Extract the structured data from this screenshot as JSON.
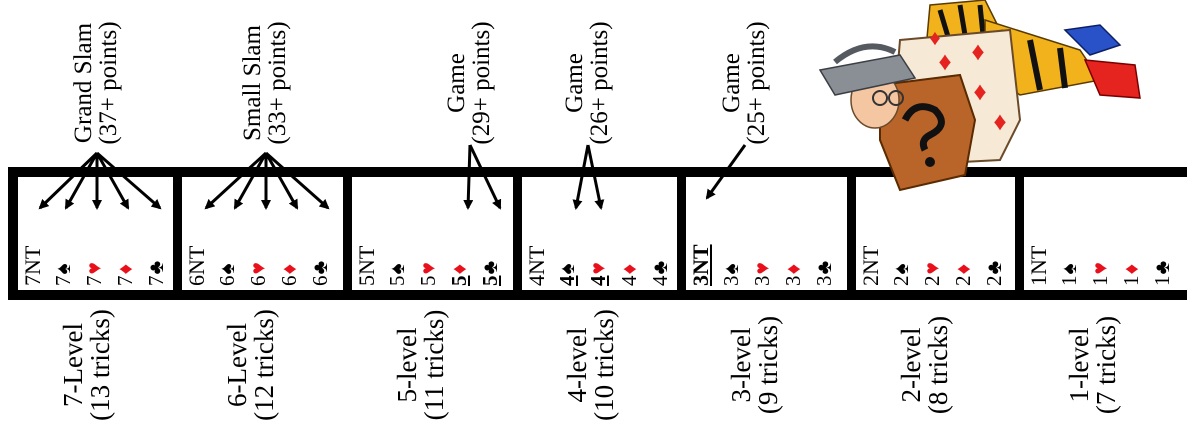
{
  "figure": {
    "levels": [
      {
        "level_label": "7-Level",
        "tricks_label": "(13 tricks)",
        "bids": {
          "nt": "7NT",
          "spades": "7",
          "hearts": "7",
          "diamonds": "7",
          "clubs": "7"
        },
        "annotation": {
          "title": "Grand Slam",
          "points": "(37+ points)"
        }
      },
      {
        "level_label": "6-Level",
        "tricks_label": "(12 tricks)",
        "bids": {
          "nt": "6NT",
          "spades": "6",
          "hearts": "6",
          "diamonds": "6",
          "clubs": "6"
        },
        "annotation": {
          "title": "Small Slam",
          "points": "(33+ points)"
        }
      },
      {
        "level_label": "5-level",
        "tricks_label": "(11 tricks)",
        "bids": {
          "nt": "5NT",
          "spades": "5",
          "hearts": "5",
          "diamonds": "5",
          "clubs": "5"
        },
        "annotation": {
          "title": "Game",
          "points": "(29+ points)"
        }
      },
      {
        "level_label": "4-level",
        "tricks_label": "(10 tricks)",
        "bids": {
          "nt": "4NT",
          "spades": "4",
          "hearts": "4",
          "diamonds": "4",
          "clubs": "4"
        },
        "annotation": {
          "title": "Game",
          "points": "(26+ points)"
        }
      },
      {
        "level_label": "3-level",
        "tricks_label": "(9 tricks)",
        "bids": {
          "nt": "3NT",
          "spades": "3",
          "hearts": "3",
          "diamonds": "3",
          "clubs": "3"
        },
        "annotation": {
          "title": "Game",
          "points": "(25+ points)"
        }
      },
      {
        "level_label": "2-level",
        "tricks_label": "(8 tricks)",
        "bids": {
          "nt": "2NT",
          "spades": "2",
          "hearts": "2",
          "diamonds": "2",
          "clubs": "2"
        }
      },
      {
        "level_label": "1-level",
        "tricks_label": "(7 tricks)",
        "bids": {
          "nt": "1NT",
          "spades": "1",
          "hearts": "1",
          "diamonds": "1",
          "clubs": "1"
        }
      }
    ],
    "suit_symbols": {
      "spades": "♠",
      "hearts": "♥",
      "diamonds": "♦",
      "clubs": "♣"
    },
    "colors": {
      "red_suit": "#e8101a",
      "black_suit": "#000000",
      "frame": "#000000"
    },
    "illustration": {
      "name": "playing-card-character",
      "card_pips": "♦"
    }
  }
}
